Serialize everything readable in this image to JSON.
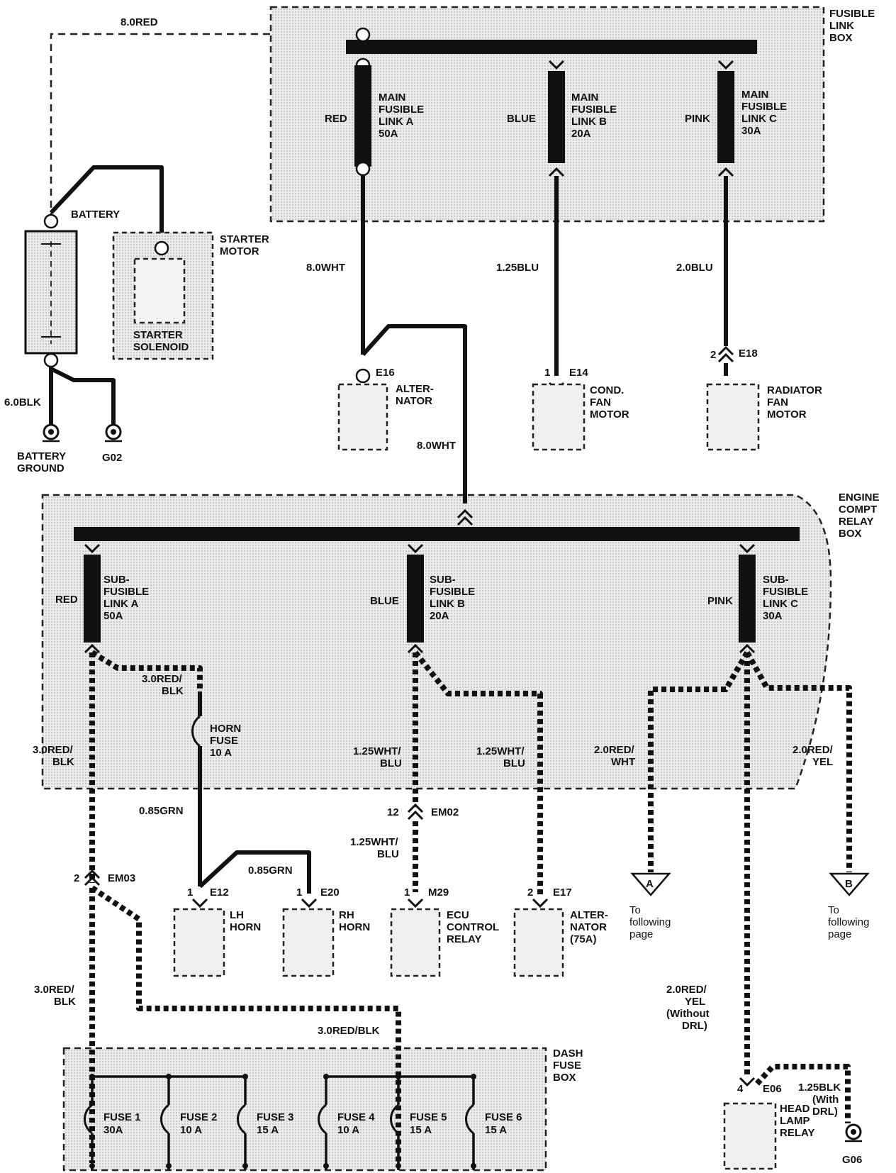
{
  "boxes": {
    "fusible_link_box": "FUSIBLE LINK BOX",
    "engine_compt_relay_box": "ENGINE COMPT RELAY BOX",
    "dash_fuse_box": "DASH FUSE BOX",
    "starter_motor": "STARTER MOTOR",
    "starter_solenoid": "STARTER SOLENOID"
  },
  "battery": {
    "label": "BATTERY",
    "ground_label": "BATTERY GROUND",
    "ground_g02": "G02",
    "wire_blk": "6.0BLK",
    "wire_red": "8.0RED"
  },
  "main_links": [
    {
      "color": "RED",
      "name": "MAIN FUSIBLE LINK A",
      "rating": "50A",
      "wire": "8.0WHT"
    },
    {
      "color": "BLUE",
      "name": "MAIN FUSIBLE LINK B",
      "rating": "20A",
      "wire": "1.25BLU"
    },
    {
      "color": "PINK",
      "name": "MAIN FUSIBLE LINK C",
      "rating": "30A",
      "wire": "2.0BLU"
    }
  ],
  "loads_top": [
    {
      "connector": "E16",
      "pin": "",
      "name": "ALTERNATOR"
    },
    {
      "connector": "E14",
      "pin": "1",
      "name": "COND. FAN MOTOR"
    },
    {
      "connector": "E18",
      "pin": "2",
      "name": "RADIATOR FAN MOTOR"
    }
  ],
  "feed_wire": "8.0WHT",
  "sub_links": [
    {
      "color": "RED",
      "name": "SUB-FUSIBLE LINK A",
      "rating": "50A"
    },
    {
      "color": "BLUE",
      "name": "SUB-FUSIBLE LINK B",
      "rating": "20A"
    },
    {
      "color": "PINK",
      "name": "SUB-FUSIBLE LINK C",
      "rating": "30A"
    }
  ],
  "horn_fuse": {
    "name": "HORN FUSE",
    "rating": "10 A"
  },
  "wires": {
    "red_blk_1": "3.0RED/ BLK",
    "red_blk_2": "3.0RED/ BLK",
    "red_blk_3": "3.0RED/ BLK",
    "red_blk_4": "3.0RED/BLK",
    "grn_1": "0.85GRN",
    "grn_2": "0.85GRN",
    "wht_blu_1": "1.25WHT/ BLU",
    "wht_blu_2": "1.25WHT/ BLU",
    "wht_blu_3": "1.25WHT/ BLU",
    "red_wht": "2.0RED/ WHT",
    "red_yel": "2.0RED/ YEL",
    "red_yel_2": "2.0RED/ YEL (Without DRL)",
    "blk_drl": "1.25BLK (With DRL)"
  },
  "connectors": {
    "em02": {
      "pin": "12",
      "id": "EM02"
    },
    "em03": {
      "pin": "2",
      "id": "EM03"
    }
  },
  "loads_mid": [
    {
      "connector": "E12",
      "pin": "1",
      "name": "LH HORN"
    },
    {
      "connector": "E20",
      "pin": "1",
      "name": "RH HORN"
    },
    {
      "connector": "M29",
      "pin": "1",
      "name": "ECU CONTROL RELAY"
    },
    {
      "connector": "E17",
      "pin": "2",
      "name": "ALTER- NATOR (75A)"
    }
  ],
  "refs": [
    {
      "letter": "A",
      "text": "To following page"
    },
    {
      "letter": "B",
      "text": "To following page"
    }
  ],
  "headlamp_relay": {
    "connector": "E06",
    "pin": "4",
    "name": "HEAD LAMP RELAY",
    "ground": "G06"
  },
  "dash_fuses": [
    {
      "name": "FUSE 1",
      "rating": "30A"
    },
    {
      "name": "FUSE 2",
      "rating": "10 A"
    },
    {
      "name": "FUSE 3",
      "rating": "15 A"
    },
    {
      "name": "FUSE 4",
      "rating": "10 A"
    },
    {
      "name": "FUSE 5",
      "rating": "15 A"
    },
    {
      "name": "FUSE 6",
      "rating": "15 A"
    }
  ]
}
